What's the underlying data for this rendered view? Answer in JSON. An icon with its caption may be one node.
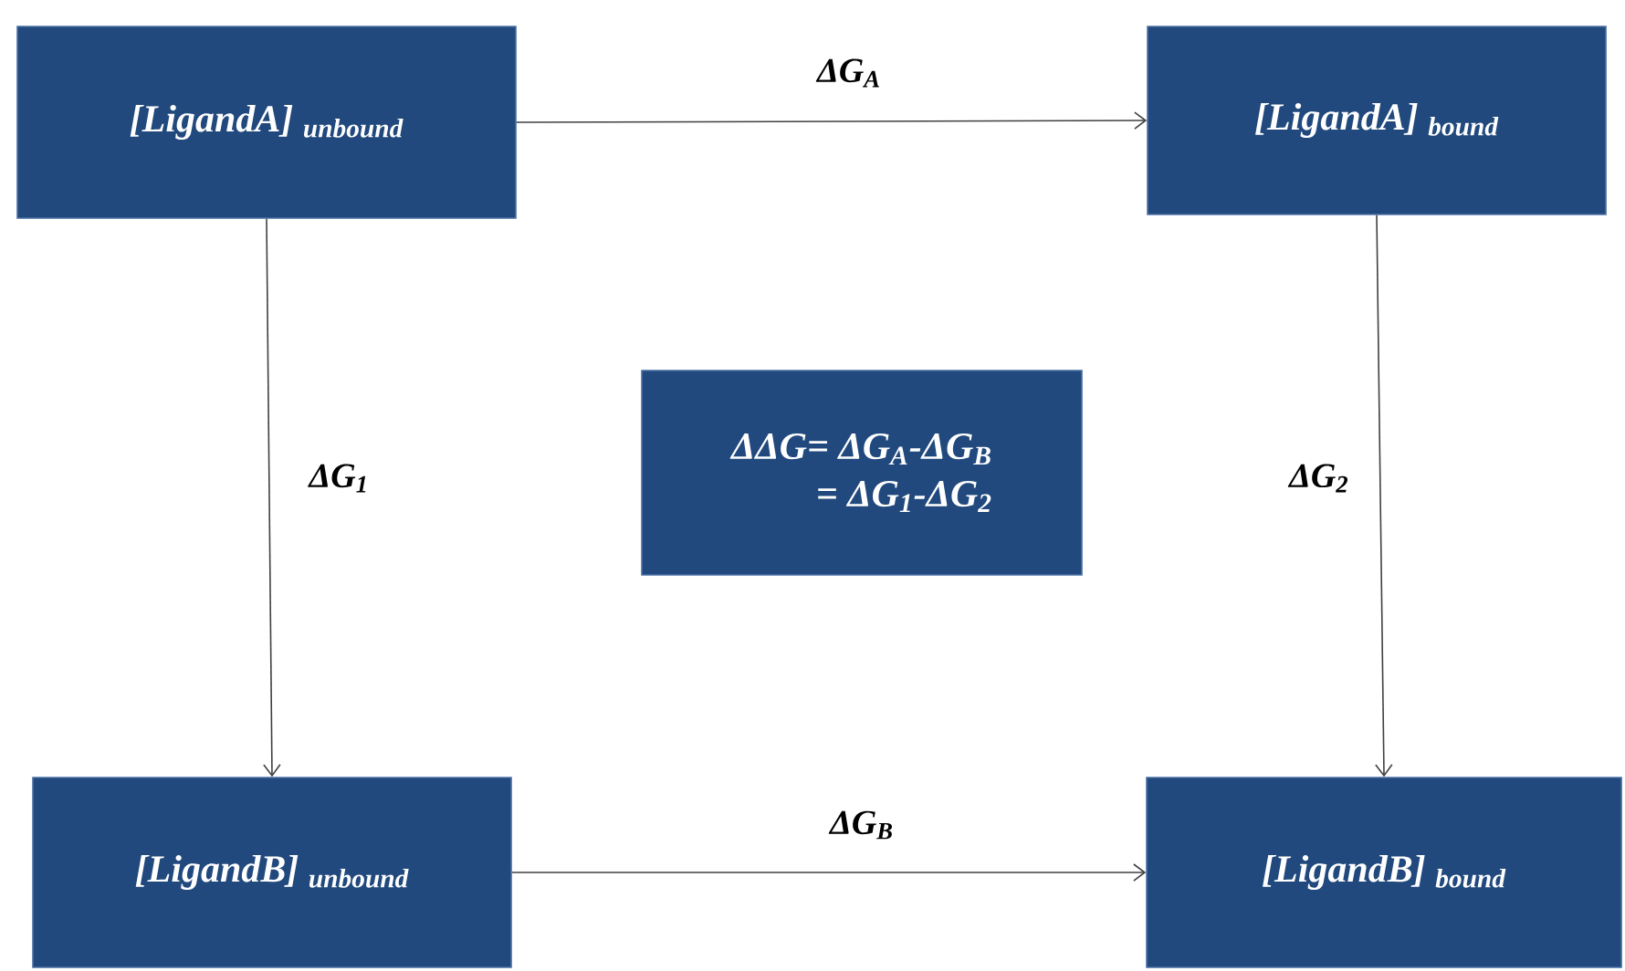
{
  "diagram": {
    "nodes": [
      {
        "text": [
          "[LigandA] $_{unbound}$"
        ]
      },
      {
        "text": [
          "[LigandA] $_{bound}$"
        ]
      },
      {
        "text": [
          "ΔΔG= ΔG$_{A}$-ΔG$_{B}$",
          "= ΔG$_{1}$-ΔG$_{2}$"
        ]
      },
      {
        "text": [
          "[LigandB] $_{unbound}$"
        ]
      },
      {
        "text": [
          "[LigandB] $_{bound}$"
        ]
      }
    ],
    "edges": [
      {
        "from": 0,
        "to": 1,
        "arrow": "to",
        "label": "ΔG$_{A}$"
      },
      {
        "from": 0,
        "to": 3,
        "arrow": "to",
        "label": "ΔG$_{1}$"
      },
      {
        "from": 1,
        "to": 4,
        "arrow": "to",
        "label": "ΔG$_{2}$"
      },
      {
        "from": 3,
        "to": 4,
        "arrow": "to",
        "label": "ΔG$_{B}$"
      }
    ]
  }
}
